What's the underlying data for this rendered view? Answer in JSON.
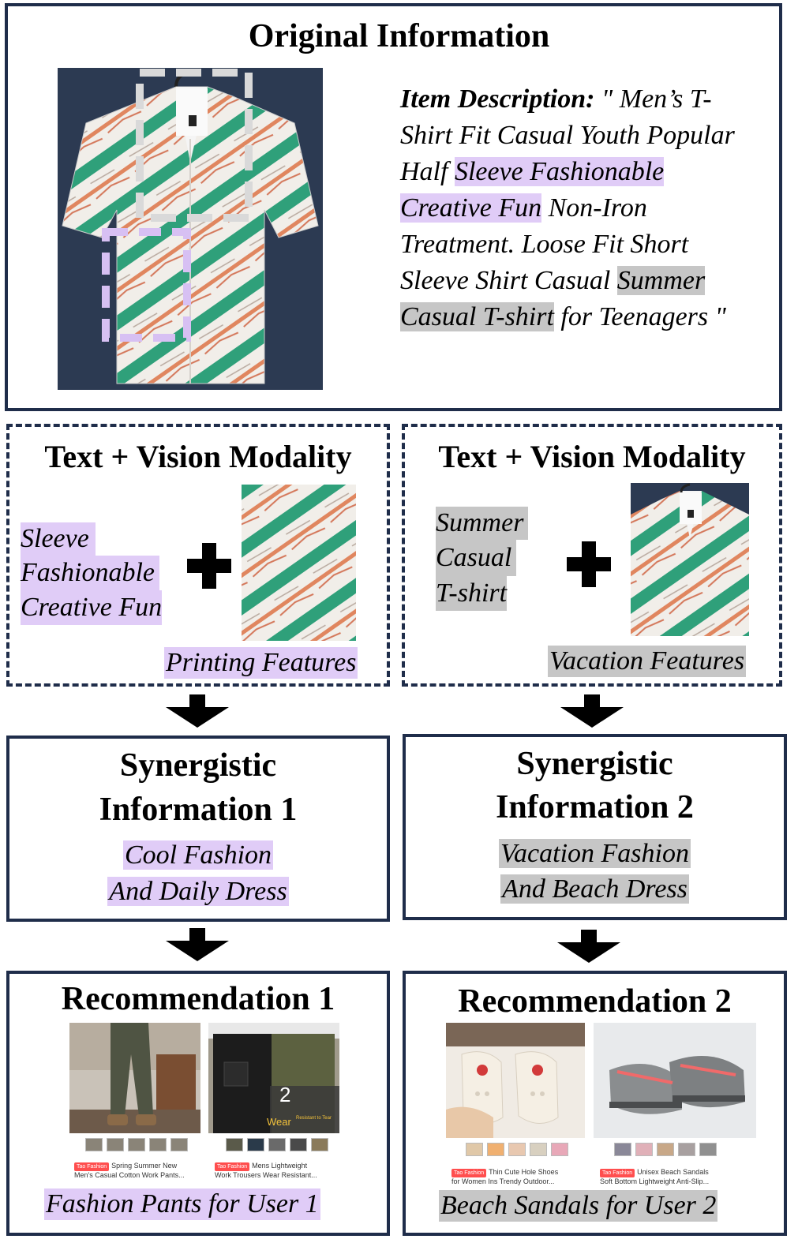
{
  "original": {
    "title": "Original Information",
    "desc_label": "Item Description:",
    "desc_part1": "\" Men’s T-Shirt Fit Casual Youth Popular Half ",
    "desc_hl1": "Sleeve Fashionable Creative Fun",
    "desc_part2": " Non-Iron Treatment. Loose Fit Short Sleeve Shirt Casual ",
    "desc_hl2": "Summer Casual T-shirt",
    "desc_part3": "  for Teenagers \""
  },
  "modality_left": {
    "title": "Text + Vision Modality",
    "words": [
      "Sleeve",
      "Fashionable",
      "Creative Fun"
    ],
    "feature": "Printing Features"
  },
  "modality_right": {
    "title": "Text + Vision Modality",
    "words": [
      "Summer",
      "Casual",
      "T-shirt"
    ],
    "feature": "Vacation Features"
  },
  "synergy_left": {
    "title_line1": "Synergistic",
    "title_line2": "Information 1",
    "text_line1": "Cool Fashion",
    "text_line2": "And Daily Dress"
  },
  "synergy_right": {
    "title_line1": "Synergistic",
    "title_line2": "Information 2",
    "text_line1": "Vacation Fashion",
    "text_line2": "And Beach Dress"
  },
  "rec_left": {
    "title": "Recommendation 1",
    "caption": "Fashion Pants for User 1",
    "products": [
      {
        "tag": "Tao Fashion",
        "line1": "Spring Summer New",
        "line2": "Men's Casual Cotton Work Pants..."
      },
      {
        "tag": "Tao Fashion",
        "line1": "Mens Lightweight",
        "line2": "Work Trousers Wear Resistant..."
      }
    ],
    "overlay_number": "2",
    "overlay_text": "Wear",
    "overlay_small": "Resistant to Tear"
  },
  "rec_right": {
    "title": "Recommendation 2",
    "caption": "Beach Sandals for User 2",
    "products": [
      {
        "tag": "Tao Fashion",
        "line1": "Thin Cute Hole Shoes",
        "line2": "for Women Ins Trendy Outdoor..."
      },
      {
        "tag": "Tao Fashion",
        "line1": "Unisex Beach Sandals",
        "line2": "Soft Bottom Lightweight Anti-Slip..."
      }
    ]
  },
  "colors": {
    "frame": "#1f2d4a",
    "highlight_purple": "#e0ccf7",
    "highlight_gray": "#c6c6c6",
    "shirt_bg": "#2c3a52",
    "green": "#2fa07a"
  }
}
